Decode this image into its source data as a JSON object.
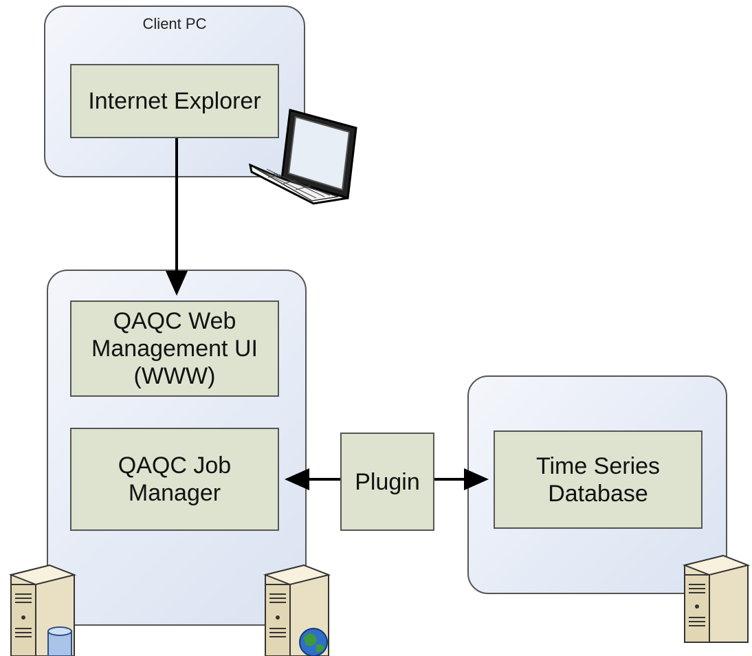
{
  "groups": {
    "client": {
      "label": "Client PC"
    },
    "server": {
      "label": ""
    },
    "database_server": {
      "label": ""
    }
  },
  "nodes": {
    "internet_explorer": "Internet Explorer",
    "web_ui": "QAQC Web\nManagement UI\n(WWW)",
    "job_manager": "QAQC Job\nManager",
    "plugin": "Plugin",
    "tsdb": "Time Series\nDatabase"
  },
  "edges": [
    {
      "from": "Internet Explorer",
      "to": "QAQC Web Management UI (WWW)",
      "arrow": "end"
    },
    {
      "from": "Plugin",
      "to": "QAQC Job Manager",
      "arrow": "end"
    },
    {
      "from": "Plugin",
      "to": "Time Series Database",
      "arrow": "end"
    }
  ],
  "icons": [
    "laptop-icon",
    "database-server-icon",
    "web-server-icon",
    "server-icon"
  ],
  "colors": {
    "group_fill": "#e5ebf6",
    "node_fill": "#dde3cf",
    "border": "#555555",
    "arrow": "#000000"
  }
}
